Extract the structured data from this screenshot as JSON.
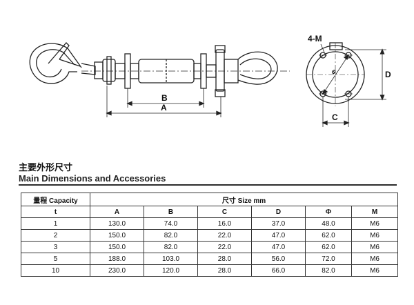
{
  "drawing": {
    "labels": {
      "dim_b": "B",
      "dim_a": "A",
      "holes": "4-M",
      "phi": "Φ",
      "dim_d": "D",
      "dim_c": "C"
    }
  },
  "heading": {
    "cn": "主要外形尺寸",
    "en": "Main Dimensions and Accessories"
  },
  "table": {
    "capacity_header": "量程 Capacity",
    "size_header": "尺寸 Size mm",
    "unit_header": "t",
    "columns": [
      "A",
      "B",
      "C",
      "D",
      "Φ",
      "M"
    ],
    "rows": [
      {
        "t": "1",
        "cells": [
          "130.0",
          "74.0",
          "16.0",
          "37.0",
          "48.0",
          "M6"
        ]
      },
      {
        "t": "2",
        "cells": [
          "150.0",
          "82.0",
          "22.0",
          "47.0",
          "62.0",
          "M6"
        ]
      },
      {
        "t": "3",
        "cells": [
          "150.0",
          "82.0",
          "22.0",
          "47.0",
          "62.0",
          "M6"
        ]
      },
      {
        "t": "5",
        "cells": [
          "188.0",
          "103.0",
          "28.0",
          "56.0",
          "72.0",
          "M6"
        ]
      },
      {
        "t": "10",
        "cells": [
          "230.0",
          "120.0",
          "28.0",
          "66.0",
          "82.0",
          "M6"
        ]
      }
    ]
  }
}
